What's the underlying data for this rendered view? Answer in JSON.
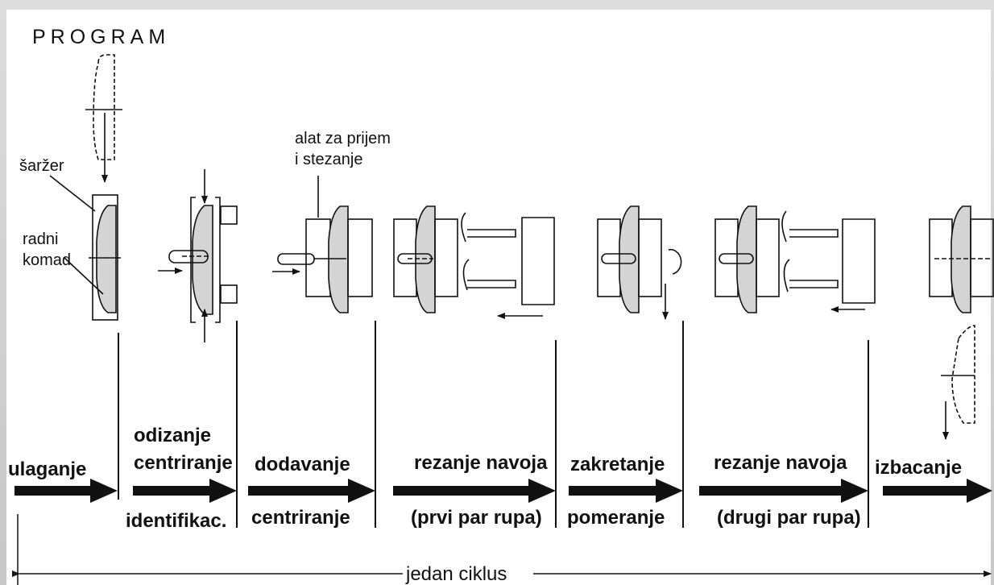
{
  "title": "PROGRAM",
  "labels": {
    "sarzer": "šaržer",
    "radni": "radni",
    "komad": "komad",
    "alat_line1": "alat za prijem",
    "alat_line2": "i stezanje"
  },
  "stages": [
    {
      "top": "",
      "main": "ulaganje",
      "bottom": ""
    },
    {
      "top": "odizanje",
      "main": "centriranje",
      "bottom": "identifikac."
    },
    {
      "top": "",
      "main": "dodavanje",
      "bottom": "centriranje"
    },
    {
      "top": "",
      "main": "rezanje navoja",
      "bottom": "(prvi par rupa)"
    },
    {
      "top": "",
      "main": "zakretanje",
      "bottom": "pomeranje"
    },
    {
      "top": "",
      "main": "rezanje navoja",
      "bottom": "(drugi par rupa)"
    },
    {
      "top": "",
      "main": "izbacanje",
      "bottom": ""
    }
  ],
  "cycle_label": "jedan ciklus",
  "colors": {
    "part_fill": "#d4d4d4",
    "stroke": "#111111"
  }
}
